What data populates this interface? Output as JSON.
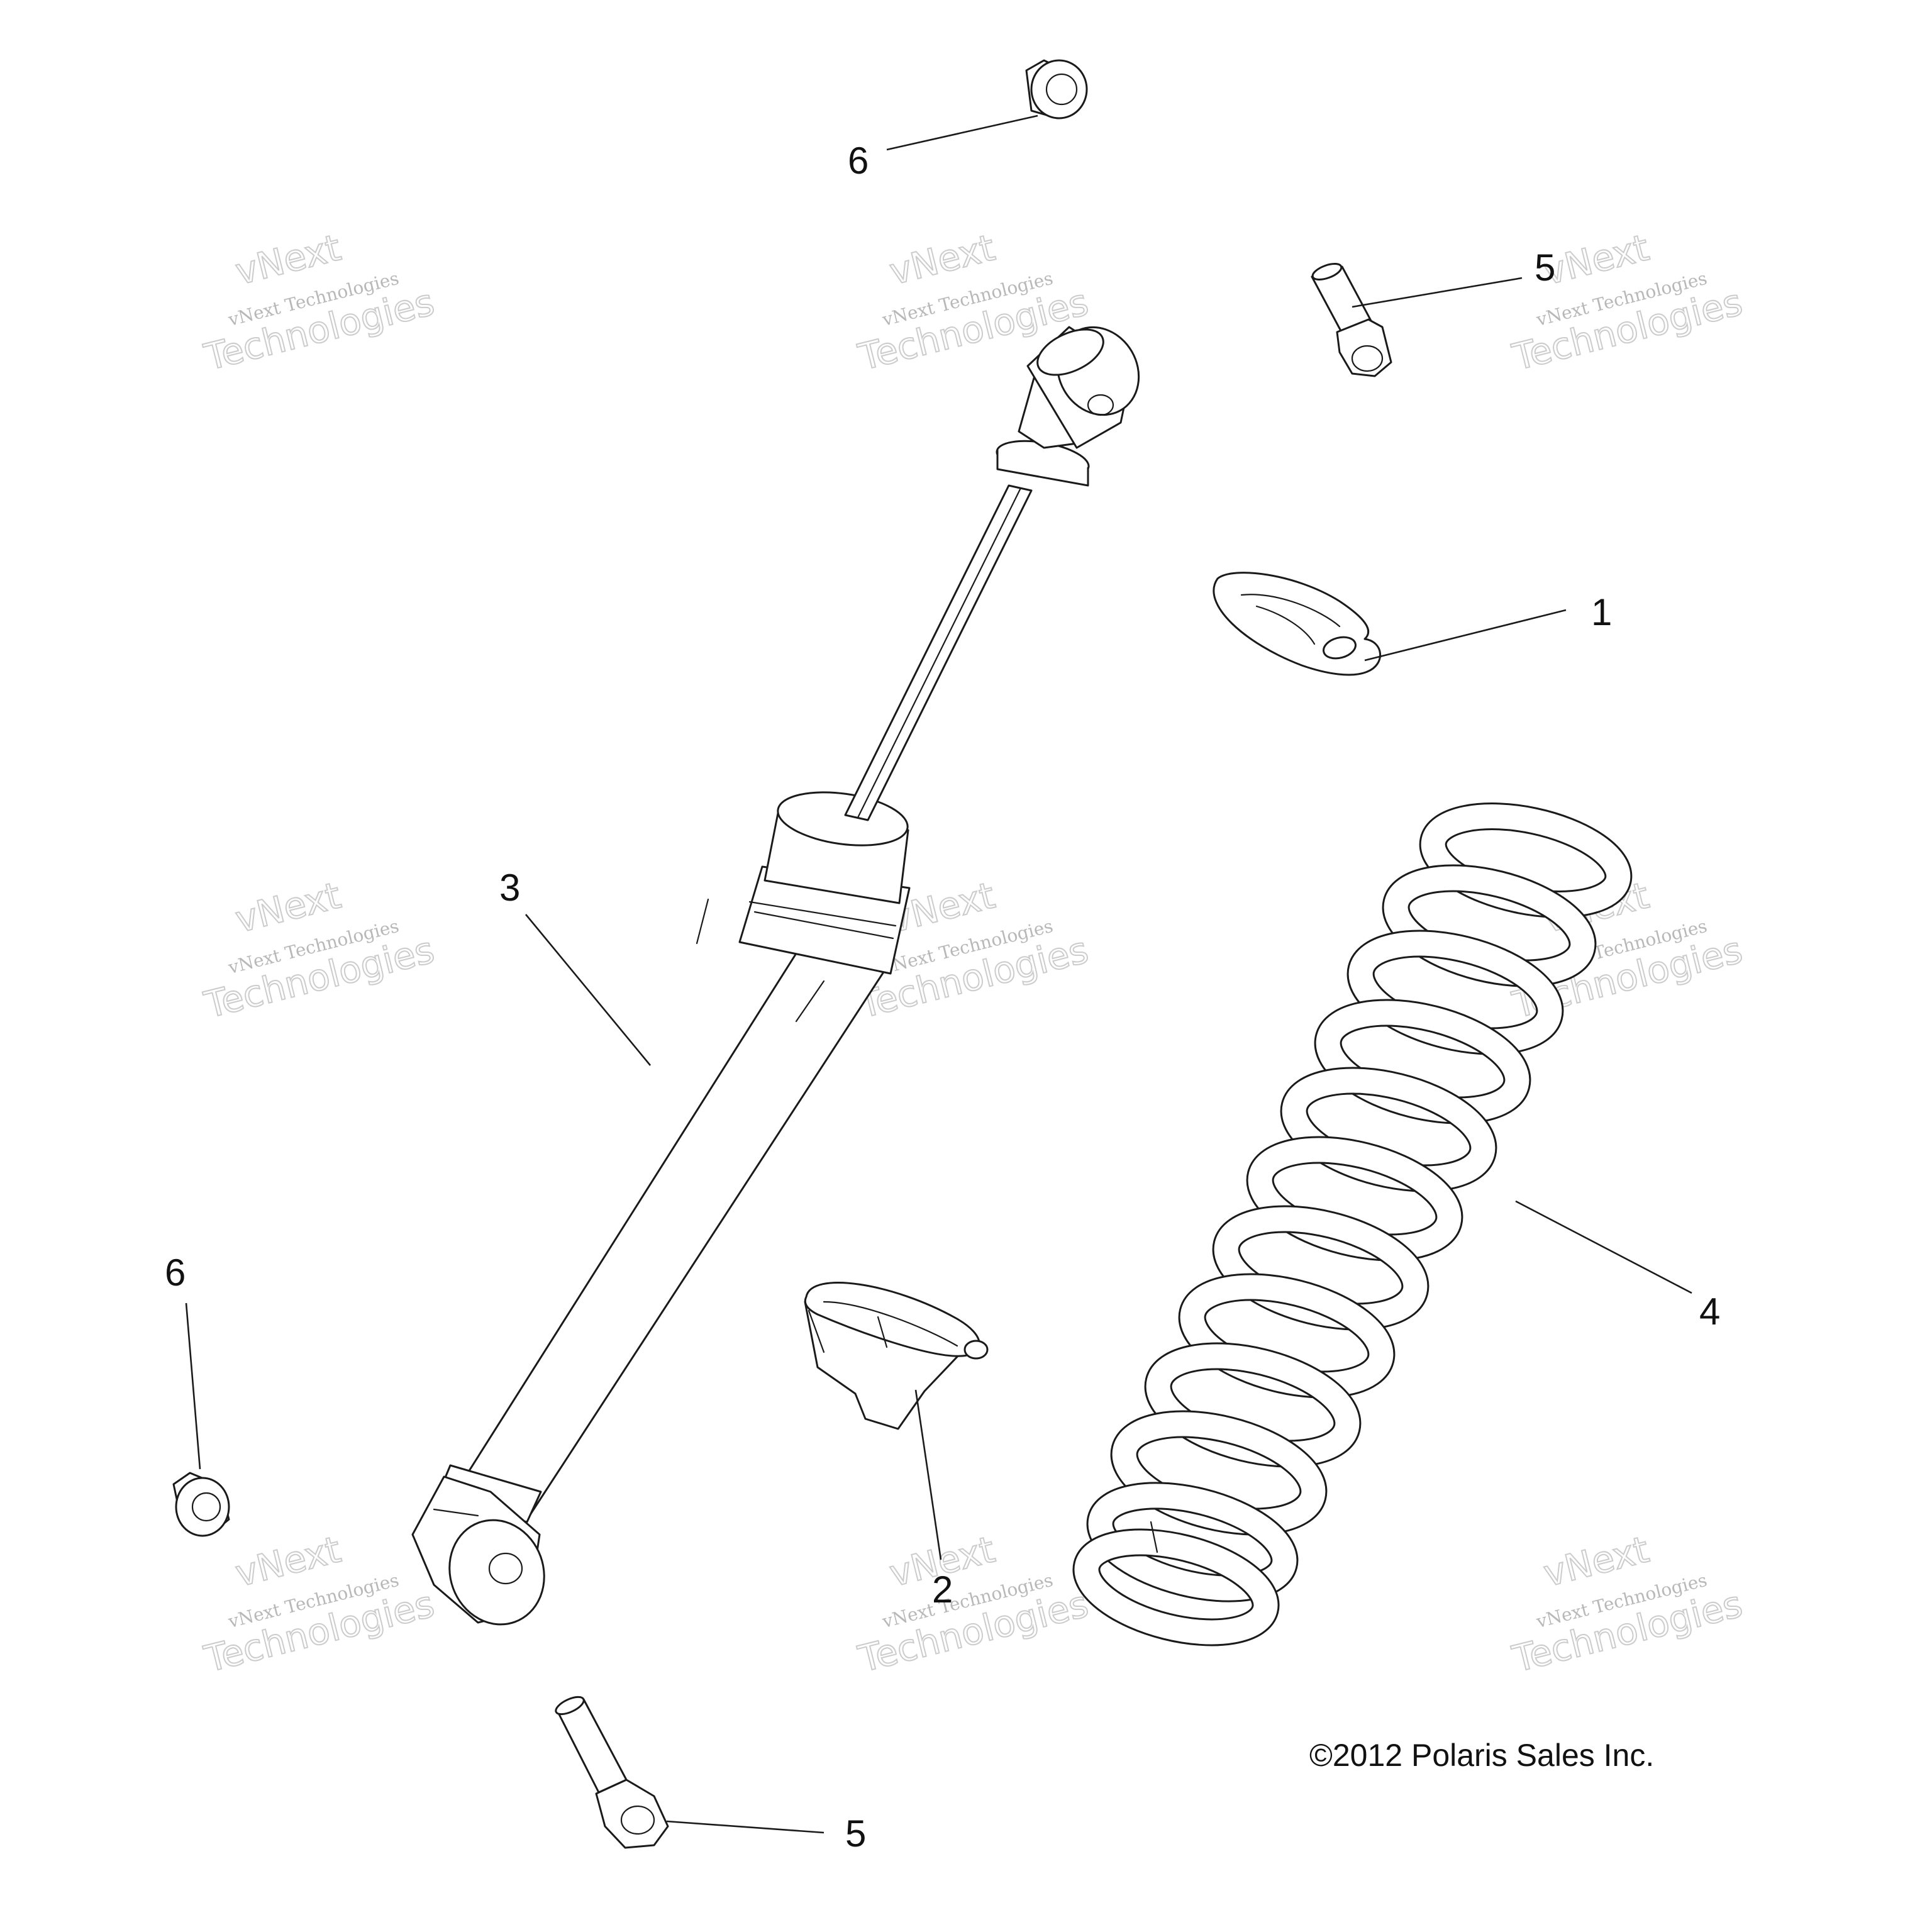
{
  "callouts": {
    "c1": "1",
    "c2": "2",
    "c3": "3",
    "c4": "4",
    "c5_top": "5",
    "c5_bottom": "5",
    "c6_top": "6",
    "c6_left": "6"
  },
  "copyright": "©2012 Polaris Sales Inc.",
  "watermark": {
    "line1": "vNext",
    "line2": "vNext Technologies",
    "line3": "Technologies"
  }
}
